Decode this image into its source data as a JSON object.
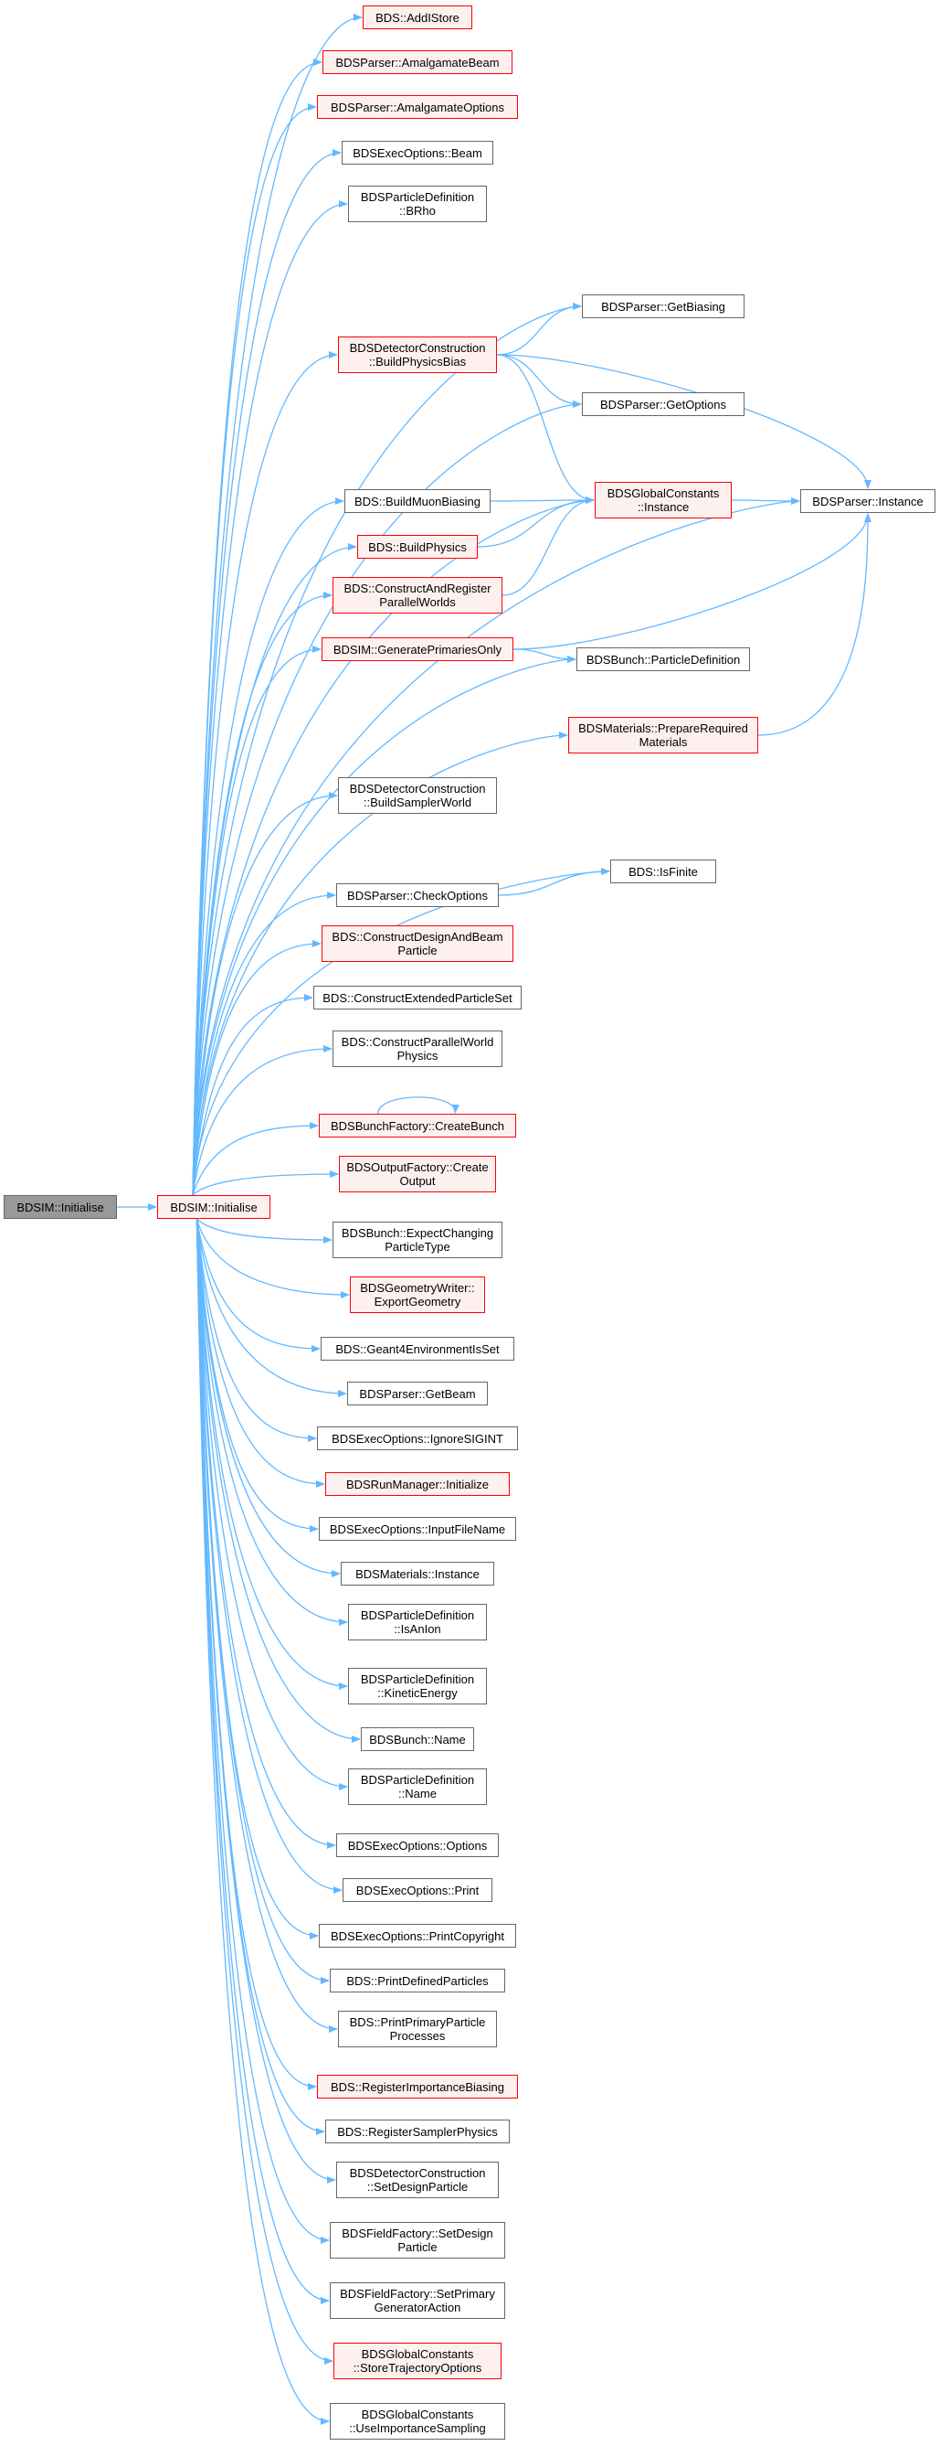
{
  "colors": {
    "edge": "#63b8ff",
    "truncated_border": "#ff0000",
    "node_border": "#666666",
    "root_fill": "#999999"
  },
  "root": {
    "id": "root",
    "lines": [
      "BDSIM::Initialise"
    ]
  },
  "nodes": [
    {
      "id": "init",
      "lines": [
        "BDSIM::Initialise"
      ],
      "truncated": true
    },
    {
      "id": "addlstore",
      "lines": [
        "BDS::AddIStore"
      ],
      "truncated": true
    },
    {
      "id": "amalgbeam",
      "lines": [
        "BDSParser::AmalgamateBeam"
      ],
      "truncated": true
    },
    {
      "id": "amalgopt",
      "lines": [
        "BDSParser::AmalgamateOptions"
      ],
      "truncated": true
    },
    {
      "id": "execbeam",
      "lines": [
        "BDSExecOptions::Beam"
      ],
      "truncated": false
    },
    {
      "id": "brho",
      "lines": [
        "BDSParticleDefinition",
        "::BRho"
      ],
      "truncated": false
    },
    {
      "id": "getbiasing",
      "lines": [
        "BDSParser::GetBiasing"
      ],
      "truncated": false
    },
    {
      "id": "buildphysbias",
      "lines": [
        "BDSDetectorConstruction",
        "::BuildPhysicsBias"
      ],
      "truncated": true
    },
    {
      "id": "getoptions",
      "lines": [
        "BDSParser::GetOptions"
      ],
      "truncated": false
    },
    {
      "id": "buildmuon",
      "lines": [
        "BDS::BuildMuonBiasing"
      ],
      "truncated": false
    },
    {
      "id": "gcinstance",
      "lines": [
        "BDSGlobalConstants",
        "::Instance"
      ],
      "truncated": true
    },
    {
      "id": "parserinstance",
      "lines": [
        "BDSParser::Instance"
      ],
      "truncated": false
    },
    {
      "id": "buildphysics",
      "lines": [
        "BDS::BuildPhysics"
      ],
      "truncated": true
    },
    {
      "id": "constructpw",
      "lines": [
        "BDS::ConstructAndRegister",
        "ParallelWorlds"
      ],
      "truncated": true
    },
    {
      "id": "genprim",
      "lines": [
        "BDSIM::GeneratePrimariesOnly"
      ],
      "truncated": true
    },
    {
      "id": "bunchpdef",
      "lines": [
        "BDSBunch::ParticleDefinition"
      ],
      "truncated": false
    },
    {
      "id": "prepmat",
      "lines": [
        "BDSMaterials::PrepareRequired",
        "Materials"
      ],
      "truncated": true
    },
    {
      "id": "buildsampler",
      "lines": [
        "BDSDetectorConstruction",
        "::BuildSamplerWorld"
      ],
      "truncated": false
    },
    {
      "id": "isfinite",
      "lines": [
        "BDS::IsFinite"
      ],
      "truncated": false
    },
    {
      "id": "checkopt",
      "lines": [
        "BDSParser::CheckOptions"
      ],
      "truncated": false
    },
    {
      "id": "constructdesign",
      "lines": [
        "BDS::ConstructDesignAndBeam",
        "Particle"
      ],
      "truncated": true
    },
    {
      "id": "constructext",
      "lines": [
        "BDS::ConstructExtendedParticleSet"
      ],
      "truncated": false
    },
    {
      "id": "constructpwphys",
      "lines": [
        "BDS::ConstructParallelWorld",
        "Physics"
      ],
      "truncated": false
    },
    {
      "id": "createbunch",
      "lines": [
        "BDSBunchFactory::CreateBunch"
      ],
      "truncated": true
    },
    {
      "id": "createoutput",
      "lines": [
        "BDSOutputFactory::Create",
        "Output"
      ],
      "truncated": true
    },
    {
      "id": "expectchanging",
      "lines": [
        "BDSBunch::ExpectChanging",
        "ParticleType"
      ],
      "truncated": false
    },
    {
      "id": "exportgeom",
      "lines": [
        "BDSGeometryWriter::",
        "ExportGeometry"
      ],
      "truncated": true
    },
    {
      "id": "geant4env",
      "lines": [
        "BDS::Geant4EnvironmentIsSet"
      ],
      "truncated": false
    },
    {
      "id": "getbeam",
      "lines": [
        "BDSParser::GetBeam"
      ],
      "truncated": false
    },
    {
      "id": "ignoresig",
      "lines": [
        "BDSExecOptions::IgnoreSIGINT"
      ],
      "truncated": false
    },
    {
      "id": "runmgrinit",
      "lines": [
        "BDSRunManager::Initialize"
      ],
      "truncated": true
    },
    {
      "id": "inputfile",
      "lines": [
        "BDSExecOptions::InputFileName"
      ],
      "truncated": false
    },
    {
      "id": "matinstance",
      "lines": [
        "BDSMaterials::Instance"
      ],
      "truncated": false
    },
    {
      "id": "isanion",
      "lines": [
        "BDSParticleDefinition",
        "::IsAnIon"
      ],
      "truncated": false
    },
    {
      "id": "kinetic",
      "lines": [
        "BDSParticleDefinition",
        "::KineticEnergy"
      ],
      "truncated": false
    },
    {
      "id": "bunchname",
      "lines": [
        "BDSBunch::Name"
      ],
      "truncated": false
    },
    {
      "id": "pdefname",
      "lines": [
        "BDSParticleDefinition",
        "::Name"
      ],
      "truncated": false
    },
    {
      "id": "execoptions",
      "lines": [
        "BDSExecOptions::Options"
      ],
      "truncated": false
    },
    {
      "id": "execprint",
      "lines": [
        "BDSExecOptions::Print"
      ],
      "truncated": false
    },
    {
      "id": "printcopy",
      "lines": [
        "BDSExecOptions::PrintCopyright"
      ],
      "truncated": false
    },
    {
      "id": "printdefined",
      "lines": [
        "BDS::PrintDefinedParticles"
      ],
      "truncated": false
    },
    {
      "id": "printprimary",
      "lines": [
        "BDS::PrintPrimaryParticle",
        "Processes"
      ],
      "truncated": false
    },
    {
      "id": "regimportance",
      "lines": [
        "BDS::RegisterImportanceBiasing"
      ],
      "truncated": true
    },
    {
      "id": "regsampler",
      "lines": [
        "BDS::RegisterSamplerPhysics"
      ],
      "truncated": false
    },
    {
      "id": "setdesignpart",
      "lines": [
        "BDSDetectorConstruction",
        "::SetDesignParticle"
      ],
      "truncated": false
    },
    {
      "id": "fieldsetdesign",
      "lines": [
        "BDSFieldFactory::SetDesign",
        "Particle"
      ],
      "truncated": false
    },
    {
      "id": "fieldsetprimary",
      "lines": [
        "BDSFieldFactory::SetPrimary",
        "GeneratorAction"
      ],
      "truncated": false
    },
    {
      "id": "storetraj",
      "lines": [
        "BDSGlobalConstants",
        "::StoreTrajectoryOptions"
      ],
      "truncated": true
    },
    {
      "id": "useimportance",
      "lines": [
        "BDSGlobalConstants",
        "::UseImportanceSampling"
      ],
      "truncated": false
    }
  ],
  "edges": [
    [
      "root",
      "init"
    ],
    [
      "init",
      "addlstore"
    ],
    [
      "init",
      "amalgbeam"
    ],
    [
      "init",
      "amalgopt"
    ],
    [
      "init",
      "execbeam"
    ],
    [
      "init",
      "brho"
    ],
    [
      "init",
      "parserinstance"
    ],
    [
      "init",
      "getbiasing"
    ],
    [
      "init",
      "buildphysbias"
    ],
    [
      "init",
      "getoptions"
    ],
    [
      "init",
      "gcinstance"
    ],
    [
      "init",
      "buildmuon"
    ],
    [
      "init",
      "buildphysics"
    ],
    [
      "init",
      "constructpw"
    ],
    [
      "init",
      "genprim"
    ],
    [
      "init",
      "bunchpdef"
    ],
    [
      "init",
      "prepmat"
    ],
    [
      "init",
      "buildsampler"
    ],
    [
      "init",
      "isfinite"
    ],
    [
      "init",
      "checkopt"
    ],
    [
      "init",
      "constructdesign"
    ],
    [
      "init",
      "constructext"
    ],
    [
      "init",
      "constructpwphys"
    ],
    [
      "init",
      "createbunch"
    ],
    [
      "init",
      "createoutput"
    ],
    [
      "init",
      "expectchanging"
    ],
    [
      "init",
      "exportgeom"
    ],
    [
      "init",
      "geant4env"
    ],
    [
      "init",
      "getbeam"
    ],
    [
      "init",
      "ignoresig"
    ],
    [
      "init",
      "runmgrinit"
    ],
    [
      "init",
      "inputfile"
    ],
    [
      "init",
      "matinstance"
    ],
    [
      "init",
      "isanion"
    ],
    [
      "init",
      "kinetic"
    ],
    [
      "init",
      "bunchname"
    ],
    [
      "init",
      "pdefname"
    ],
    [
      "init",
      "execoptions"
    ],
    [
      "init",
      "execprint"
    ],
    [
      "init",
      "printcopy"
    ],
    [
      "init",
      "printdefined"
    ],
    [
      "init",
      "printprimary"
    ],
    [
      "init",
      "regimportance"
    ],
    [
      "init",
      "regsampler"
    ],
    [
      "init",
      "setdesignpart"
    ],
    [
      "init",
      "fieldsetdesign"
    ],
    [
      "init",
      "fieldsetprimary"
    ],
    [
      "init",
      "storetraj"
    ],
    [
      "init",
      "useimportance"
    ],
    [
      "buildphysbias",
      "getbiasing"
    ],
    [
      "buildphysbias",
      "getoptions"
    ],
    [
      "buildphysbias",
      "gcinstance"
    ],
    [
      "buildphysbias",
      "parserinstance"
    ],
    [
      "buildmuon",
      "gcinstance"
    ],
    [
      "buildphysics",
      "gcinstance"
    ],
    [
      "constructpw",
      "gcinstance"
    ],
    [
      "gcinstance",
      "parserinstance"
    ],
    [
      "genprim",
      "parserinstance"
    ],
    [
      "genprim",
      "bunchpdef"
    ],
    [
      "prepmat",
      "parserinstance"
    ],
    [
      "checkopt",
      "isfinite"
    ],
    [
      "createbunch",
      "createbunch"
    ]
  ]
}
